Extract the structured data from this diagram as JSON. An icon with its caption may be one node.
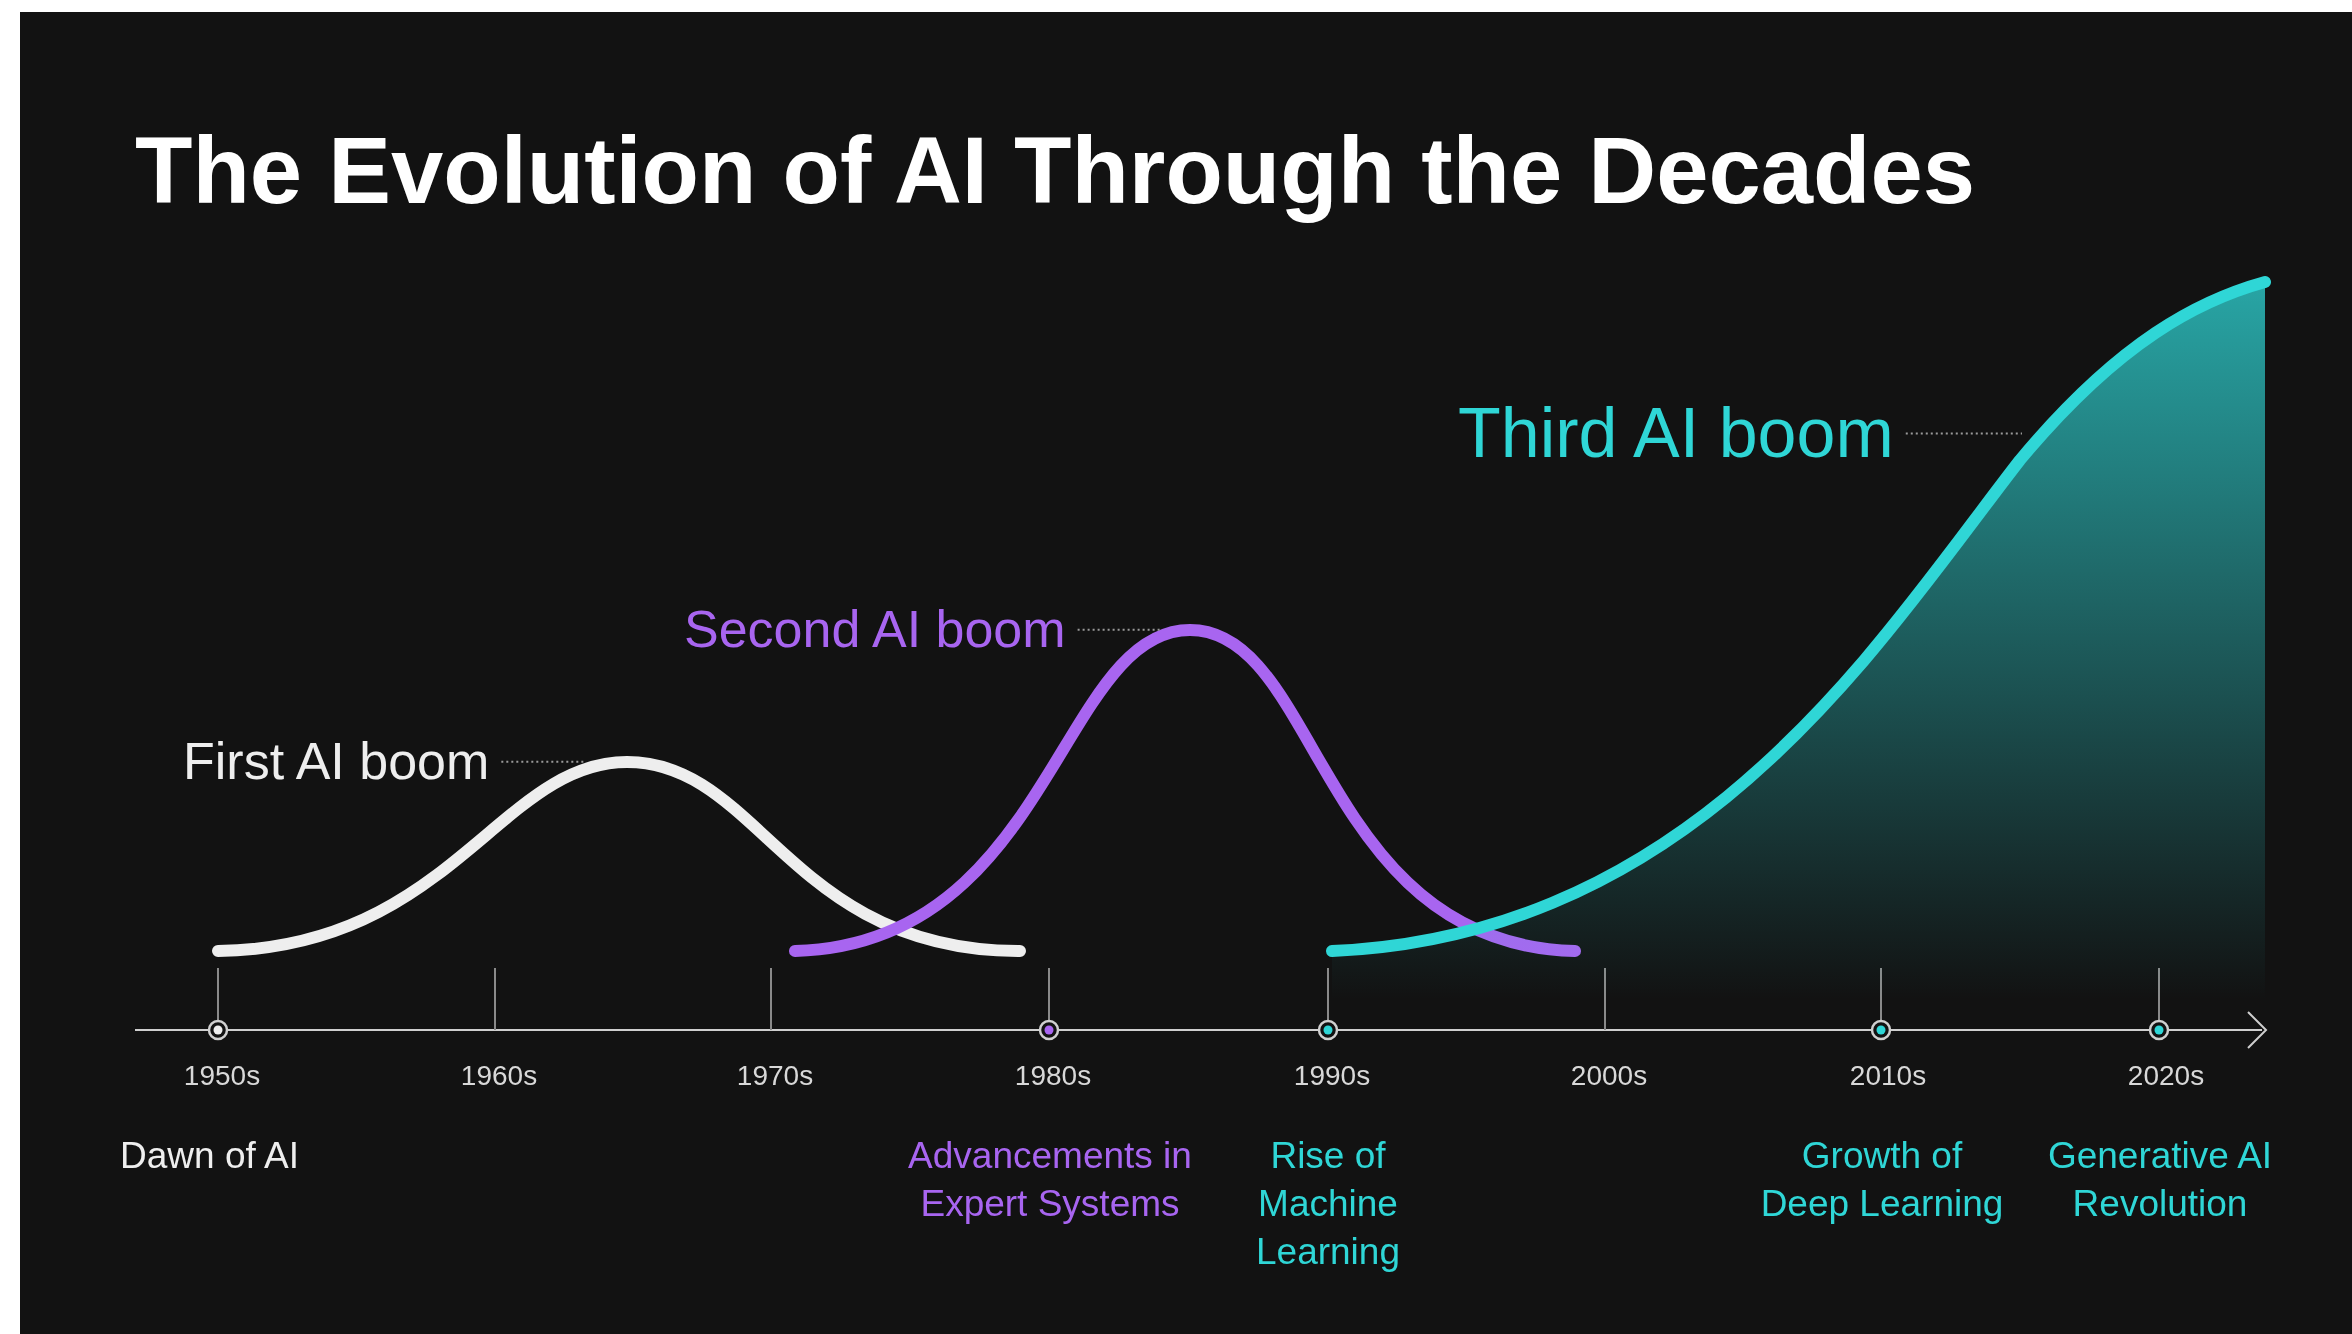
{
  "diagram": {
    "title": "The Evolution of AI Through the Decades",
    "nodes": [
      {
        "text": [
          "First AI boom"
        ]
      },
      {
        "text": [],
        "shape": "curve"
      },
      {
        "text": [
          "Second AI boom"
        ]
      },
      {
        "text": [],
        "shape": "curve"
      },
      {
        "text": [
          "Third AI boom"
        ]
      },
      {
        "text": [],
        "shape": "curve"
      }
    ],
    "edges": [
      {
        "from": 0,
        "to": 1,
        "arrow": "none"
      },
      {
        "from": 2,
        "to": 3,
        "arrow": "none"
      },
      {
        "from": 4,
        "to": 5,
        "arrow": "none"
      }
    ],
    "labels": [
      "1950s",
      "1960s",
      "1970s",
      "1980s",
      "1990s",
      "2000s",
      "2010s",
      "2020s",
      "Dawn of AI",
      "Advancements in Expert Systems",
      "Rise of Machine Learning",
      "Growth of Deep Learning",
      "Generative AI Revolution"
    ]
  }
}
